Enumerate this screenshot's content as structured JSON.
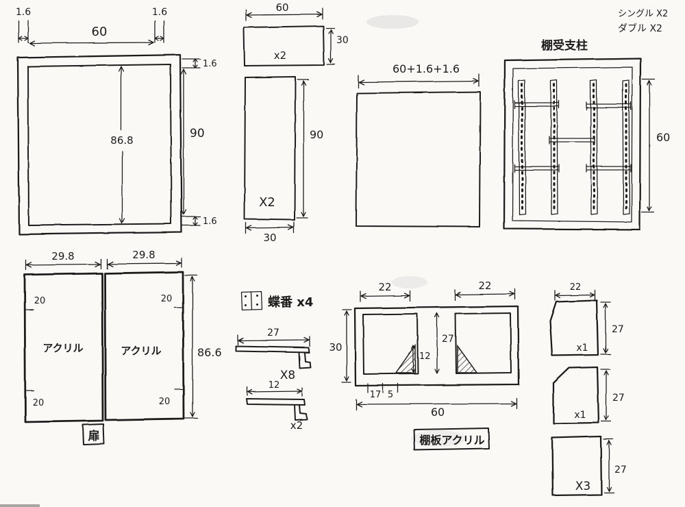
{
  "colors": {
    "ink": "#1f1f1f",
    "paper": "#faf9f6"
  },
  "drawing": {
    "side_frame": {
      "thickness_top_left": "1.6",
      "width_top": "60",
      "thickness_top_right": "1.6",
      "thickness_right_top": "1.6",
      "height_right": "90",
      "inner_height": "86.8",
      "thickness_right_bottom": "1.6"
    },
    "top_board": {
      "width": "60",
      "height": "30",
      "qty": "x2"
    },
    "side_board": {
      "height": "90",
      "width": "30",
      "qty": "X2"
    },
    "back_board": {
      "width_formula": "60+1.6+1.6"
    },
    "shelf_posts": {
      "title": "棚受支柱",
      "note_single": "シングル X2",
      "note_double": "ダブル X2",
      "height": "60"
    },
    "doors": {
      "width_left": "29.8",
      "width_right": "29.8",
      "height": "86.6",
      "offset_top_left": "20",
      "offset_top_right": "20",
      "offset_bottom_left": "20",
      "offset_bottom_right": "20",
      "material_left": "アクリル",
      "material_right": "アクリル",
      "caption": "扉"
    },
    "hinge": {
      "label": "蝶番 x4"
    },
    "bracket_long": {
      "length": "27",
      "qty": "X8"
    },
    "bracket_short": {
      "length": "12",
      "qty": "x2"
    },
    "shelf_board": {
      "opening_left": "22",
      "opening_right": "22",
      "depth": "30",
      "inner_height": "27",
      "notch_height": "12",
      "edge_17": "17",
      "edge_5": "5",
      "width": "60",
      "caption": "棚板アクリル"
    },
    "small_panels": {
      "width": "22",
      "panel1": {
        "qty": "x1",
        "height": "27"
      },
      "panel2": {
        "qty": "x1",
        "height": "27"
      },
      "panel3": {
        "qty": "X3",
        "height": "27"
      }
    }
  }
}
